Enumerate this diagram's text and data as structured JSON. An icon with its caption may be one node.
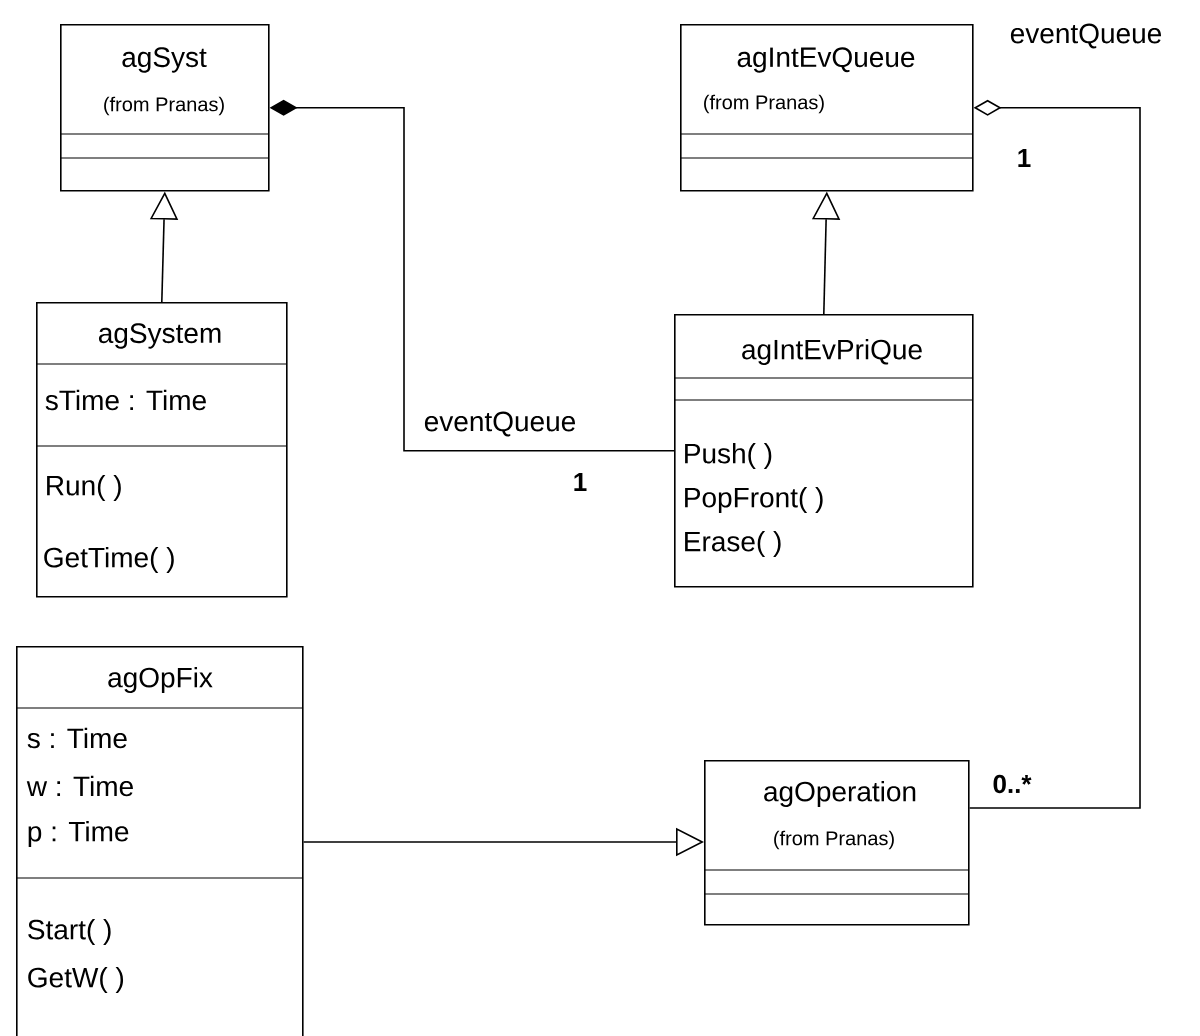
{
  "diagram": {
    "nodes": [
      {
        "text": [
          "agSyst",
          "(from Pranas)"
        ]
      },
      {
        "text": [
          "agSystem",
          "sTime : Time",
          "Run( )",
          "GetTime( )"
        ]
      },
      {
        "text": [
          "agIntEvQueue",
          "(from Pranas)"
        ]
      },
      {
        "text": [
          "agIntEvPriQue",
          "Push( )",
          "PopFront( )",
          "Erase( )"
        ]
      },
      {
        "text": [
          "agOpFix",
          "s : Time",
          "w : Time",
          "p : Time",
          "Start( )",
          "GetW( )"
        ]
      },
      {
        "text": [
          "agOperation",
          "(from Pranas)"
        ]
      }
    ],
    "edges": [
      {
        "from": 1,
        "to": 0,
        "arrow": "to"
      },
      {
        "from": 3,
        "to": 2,
        "arrow": "to"
      },
      {
        "from": 3,
        "to": 0,
        "arrow": "other",
        "label": "eventQueue"
      },
      {
        "from": 5,
        "to": 2,
        "arrow": "other",
        "label": "eventQueue"
      },
      {
        "from": 4,
        "to": 5,
        "arrow": "to"
      }
    ],
    "labels": [
      "1",
      "1",
      "0..*"
    ]
  }
}
